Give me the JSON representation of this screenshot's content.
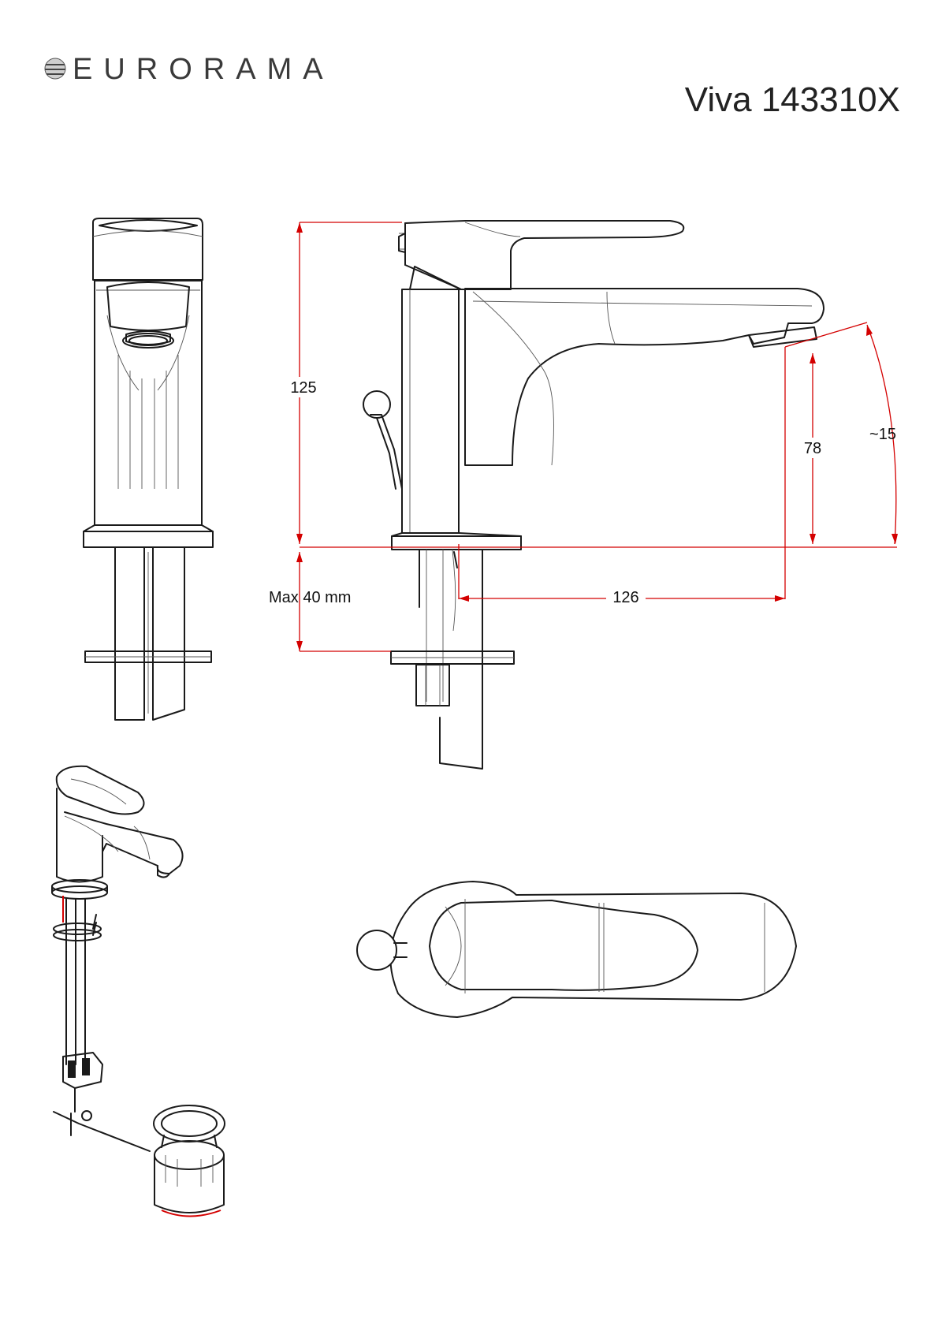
{
  "header": {
    "brand": "EURORAMA",
    "model": "Viva 143310X"
  },
  "dimensions": {
    "height_total": "125",
    "spout_height": "78",
    "spout_angle": "~15",
    "spout_reach": "126",
    "max_deck": "Max 40 mm"
  },
  "colors": {
    "lines": "#1a1a1a",
    "dimension_lines": "#d40000"
  }
}
